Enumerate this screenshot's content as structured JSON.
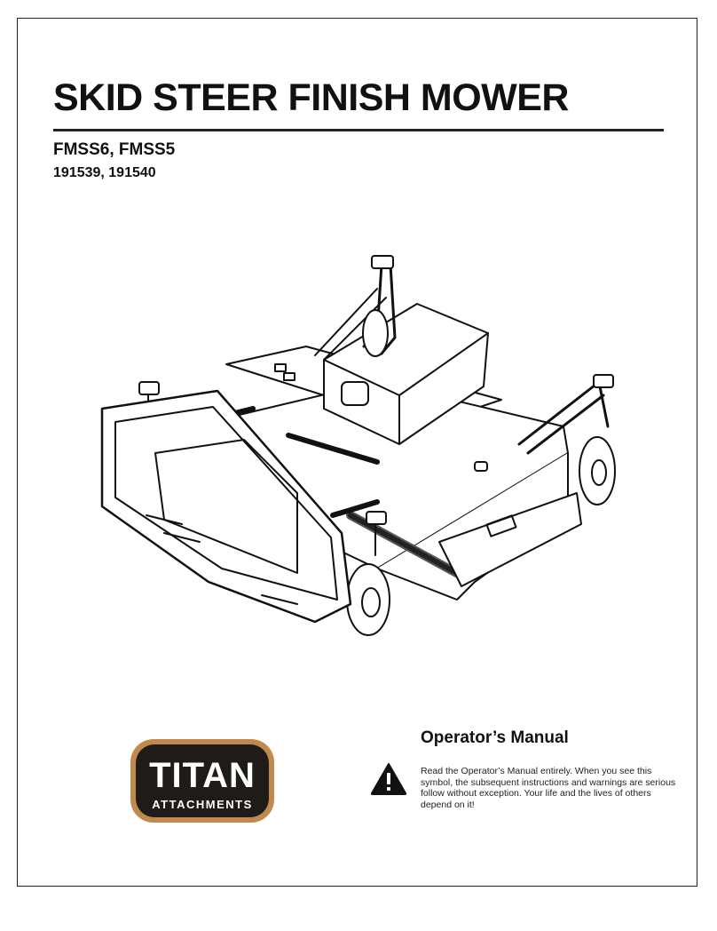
{
  "document": {
    "title": "SKID STEER FINISH MOWER",
    "models": "FMSS6, FMSS5",
    "part_numbers": "191539, 191540"
  },
  "illustration": {
    "subject": "skid steer finish mower line drawing"
  },
  "logo": {
    "brand": "TITAN",
    "tagline": "ATTACHMENTS",
    "colors": {
      "outer_ring": "#c08a4e",
      "inner": "#1e1b18",
      "text": "#ffffff"
    }
  },
  "manual": {
    "heading": "Operator’s Manual",
    "warning": "Read the Operator’s Manual entirely. When you see this symbol, the subsequent instructions and warnings are serious follow without exception. Your life and the lives of others depend on it!",
    "warning_icon": "warning-triangle-icon"
  }
}
